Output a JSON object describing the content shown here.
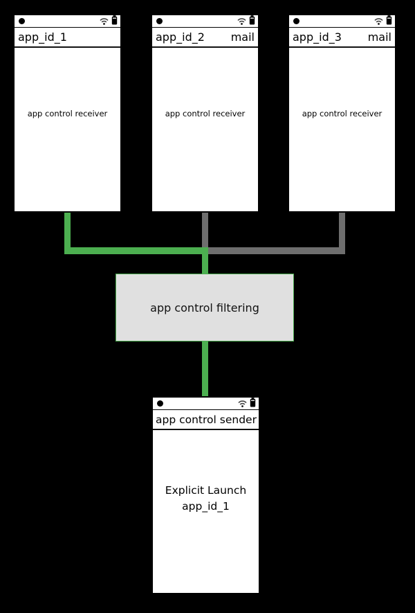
{
  "colors": {
    "green": "#4caf50",
    "gray": "#6e6e6e",
    "box-fill": "#e0e0e0",
    "phone-bg": "#ffffff",
    "background": "#000000"
  },
  "phones": [
    {
      "title": "app_id_1",
      "badge": "",
      "body": "app control receiver"
    },
    {
      "title": "app_id_2",
      "badge": "mail",
      "body": "app control receiver"
    },
    {
      "title": "app_id_3",
      "badge": "mail",
      "body": "app control receiver"
    }
  ],
  "filter": {
    "label": "app control filtering"
  },
  "sender": {
    "title": "app control sender",
    "line1": "Explicit Launch",
    "line2": "app_id_1"
  },
  "icons": {
    "status": [
      "camera-dot",
      "wifi",
      "battery"
    ]
  }
}
